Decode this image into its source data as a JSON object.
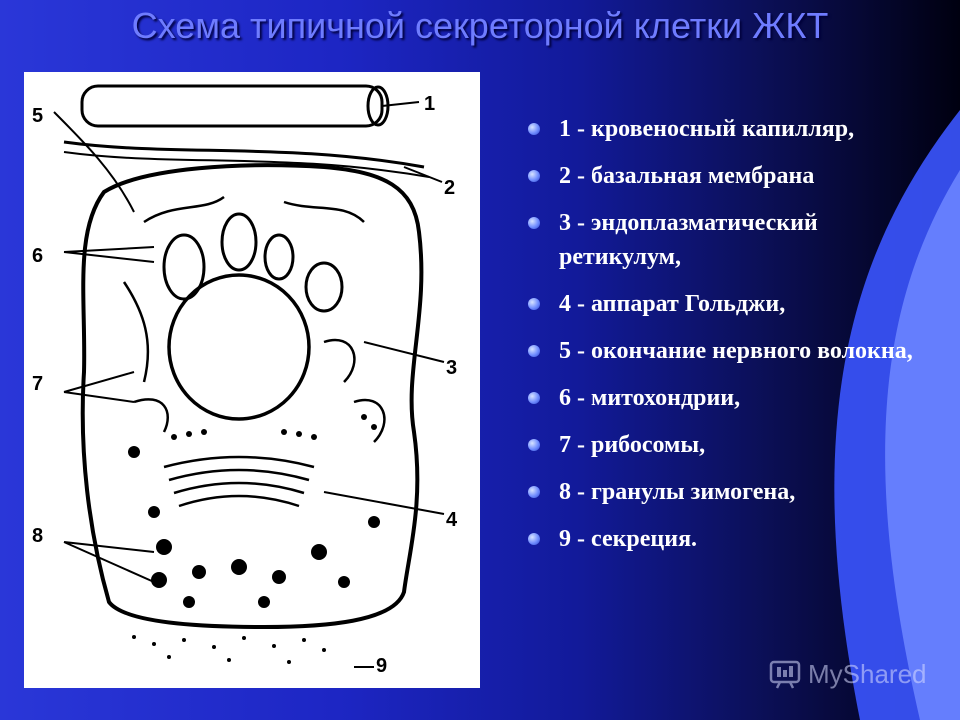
{
  "slide": {
    "title": "Схема типичной секреторной клетки ЖКТ",
    "legend": [
      "1 - кровеносный капилляр,",
      "2 - базальная мембрана",
      "3 - эндоплазматический ретикулум,",
      "4 - аппарат Гольджи,",
      "5 - окончание нервного волокна,",
      "6 - митохондрии,",
      "7 - рибосомы,",
      "8 - гранулы зимогена,",
      "9 - секреция."
    ],
    "diagram_labels": [
      "1",
      "2",
      "3",
      "4",
      "5",
      "6",
      "7",
      "8",
      "9"
    ],
    "watermark": "MyShared"
  },
  "colors": {
    "title": "#6f7cff",
    "text": "#ffffff",
    "bullet": "#6f8cff"
  }
}
